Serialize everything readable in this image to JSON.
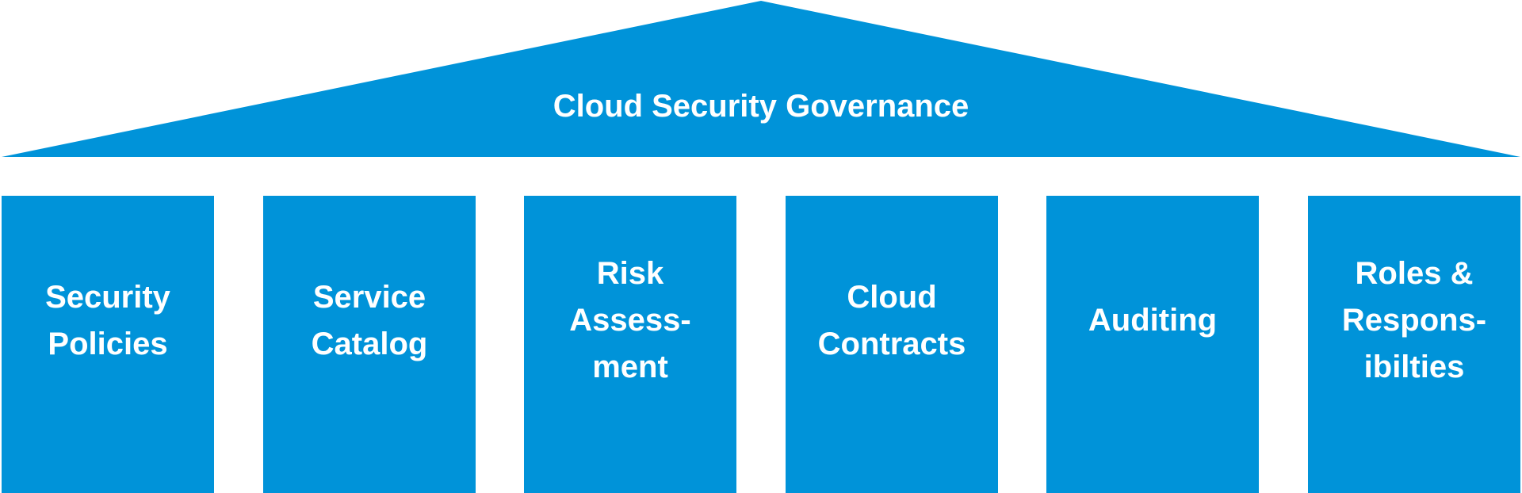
{
  "colors": {
    "primary": "#0093d9",
    "text": "#ffffff"
  },
  "roof": {
    "title": "Cloud Security Governance"
  },
  "pillars": [
    {
      "label": "Security\nPolicies"
    },
    {
      "label": "Service\nCatalog"
    },
    {
      "label": "Risk\nAssess-\nment"
    },
    {
      "label": "Cloud\nContracts"
    },
    {
      "label": "Auditing"
    },
    {
      "label": "Roles &\nRespons-\nibilties"
    }
  ]
}
